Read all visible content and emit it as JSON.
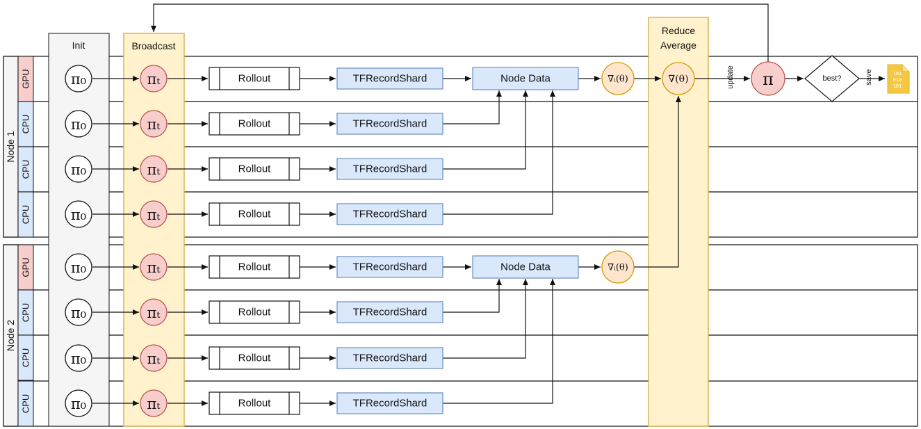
{
  "columns": {
    "init": "Init",
    "broadcast": "Broadcast",
    "reduce_line1": "Reduce",
    "reduce_line2": "Average"
  },
  "nodes": [
    {
      "label": "Node 1",
      "rows": [
        "GPU",
        "CPU",
        "CPU",
        "CPU"
      ]
    },
    {
      "label": "Node 2",
      "rows": [
        "GPU",
        "CPU",
        "CPU",
        "CPU"
      ]
    }
  ],
  "symbols": {
    "init_policy": "π₀",
    "broadcast_policy": "πₜ",
    "local_gradient": "∇ᵢ(θ)",
    "global_gradient": "∇(θ)",
    "policy": "π"
  },
  "boxes": {
    "rollout": "Rollout",
    "shard": "TFRecordShard",
    "node_data": "Node Data"
  },
  "decision": "best?",
  "edge_labels": {
    "update": "update",
    "save": "save"
  },
  "file_icon_text": [
    "101",
    "010",
    "101"
  ],
  "colors": {
    "gpu_fill": "#f8cecc",
    "cpu_fill": "#dae8fc",
    "broadcast_fill": "#fff2cc",
    "broadcast_stroke": "#d6b656",
    "reduce_fill": "#fff2cc",
    "init_fill": "#f5f5f5",
    "policy_fill": "#f8cecc",
    "policy_stroke": "#b85450",
    "grad_fill": "#ffe6cc",
    "grad_stroke": "#d79b00",
    "box_fill": "#dae8fc",
    "box_stroke": "#6c8ebf",
    "file_fill": "#f5c842"
  }
}
